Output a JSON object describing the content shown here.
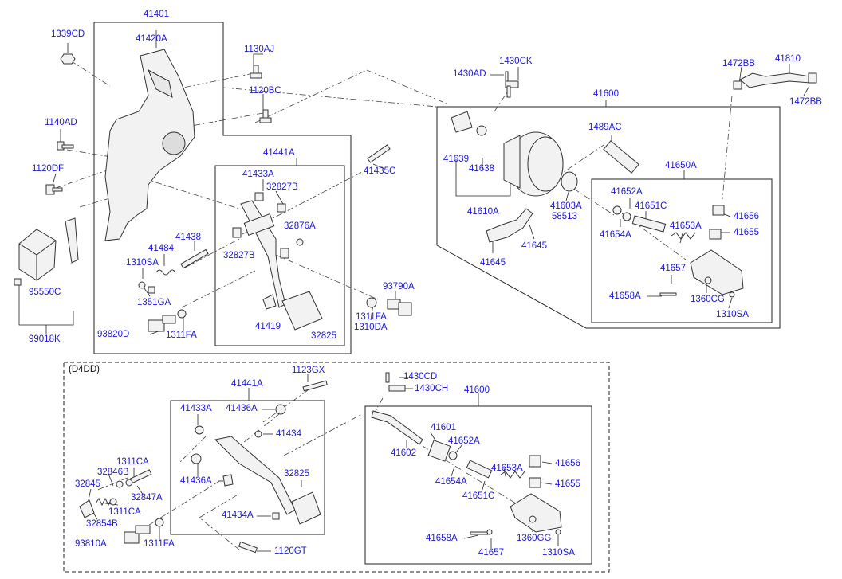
{
  "colors": {
    "label": "#1a1adb",
    "line": "#222222",
    "part_fill": "#f2f2f2",
    "part_stroke": "#333333"
  },
  "section_variant_label": "(D4DD)",
  "upper": {
    "pedal_bracket": {
      "main": "41401",
      "bracket": "41420A",
      "nut_left": "1339CD",
      "bolt_a": "1130AJ",
      "bolt_b": "1120BC",
      "bolt_c": "1140AD",
      "bolt_d": "1120DF",
      "module": "95550C",
      "module_screw": "99018K"
    },
    "pedal_assy": {
      "main": "41441A",
      "bush_a": "41433A",
      "bush_b": "32827B",
      "bush_c": "32827B",
      "clip": "32876A",
      "pin": "41438",
      "spring": "41484",
      "nut_sa": "1310SA",
      "washer_ga": "1351GA",
      "stopper": "41419",
      "pad": "32825",
      "switch": "93820D",
      "nut_fa": "1311FA",
      "bolt_c2": "41435C"
    },
    "switch_right": {
      "switch": "93790A",
      "nut_fa": "1311FA",
      "nut_da": "1310DA"
    },
    "master_cylinder": {
      "main": "41600",
      "clevis": "41639",
      "yoke": "41638",
      "sub": "41610A",
      "bolt_top": "1430AD",
      "bolt_ck": "1430CK",
      "seal": "41603A",
      "seal_b": "58513",
      "hose": "41645",
      "hose_b": "41645",
      "cover": "1489AC"
    },
    "hose_right": {
      "hose": "41810",
      "clamp_a": "1472BB",
      "clamp_b": "1472BB"
    },
    "inner_kit": {
      "main": "41650A",
      "ring": "41652A",
      "piston": "41651C",
      "washer": "41654A",
      "spring": "41653A",
      "cap": "41656",
      "cap_b": "41655",
      "body": "41657",
      "pin": "41658A",
      "bolt_cg": "1360CG",
      "nut_sa": "1310SA"
    }
  },
  "lower": {
    "pedal_assy": {
      "main": "41441A",
      "bush": "41433A",
      "bush_b": "41436A",
      "bush_c": "41434",
      "bush_d": "41436A",
      "bush_e": "41434A",
      "pad": "32825",
      "bolt_gx": "1123GX",
      "bolt_gt": "1120GT"
    },
    "switch_side": {
      "nut_ca": "1311CA",
      "part_b": "32846B",
      "part_a": "32847A",
      "part_45": "32845",
      "nut_ca2": "1311CA",
      "part_54b": "32854B",
      "switch": "93810A",
      "nut_fa": "1311FA"
    },
    "master_cylinder": {
      "main": "41600",
      "bolt_cd": "1430CD",
      "bolt_ch": "1430CH",
      "rod": "41601",
      "rod_b": "41602",
      "ring": "41652A",
      "washer": "41654A",
      "piston": "41651C",
      "spring": "41653A",
      "cap": "41656",
      "cap_b": "41655",
      "pin": "41658A",
      "body": "41657",
      "bolt_gg": "1360GG",
      "nut_sa": "1310SA"
    }
  }
}
